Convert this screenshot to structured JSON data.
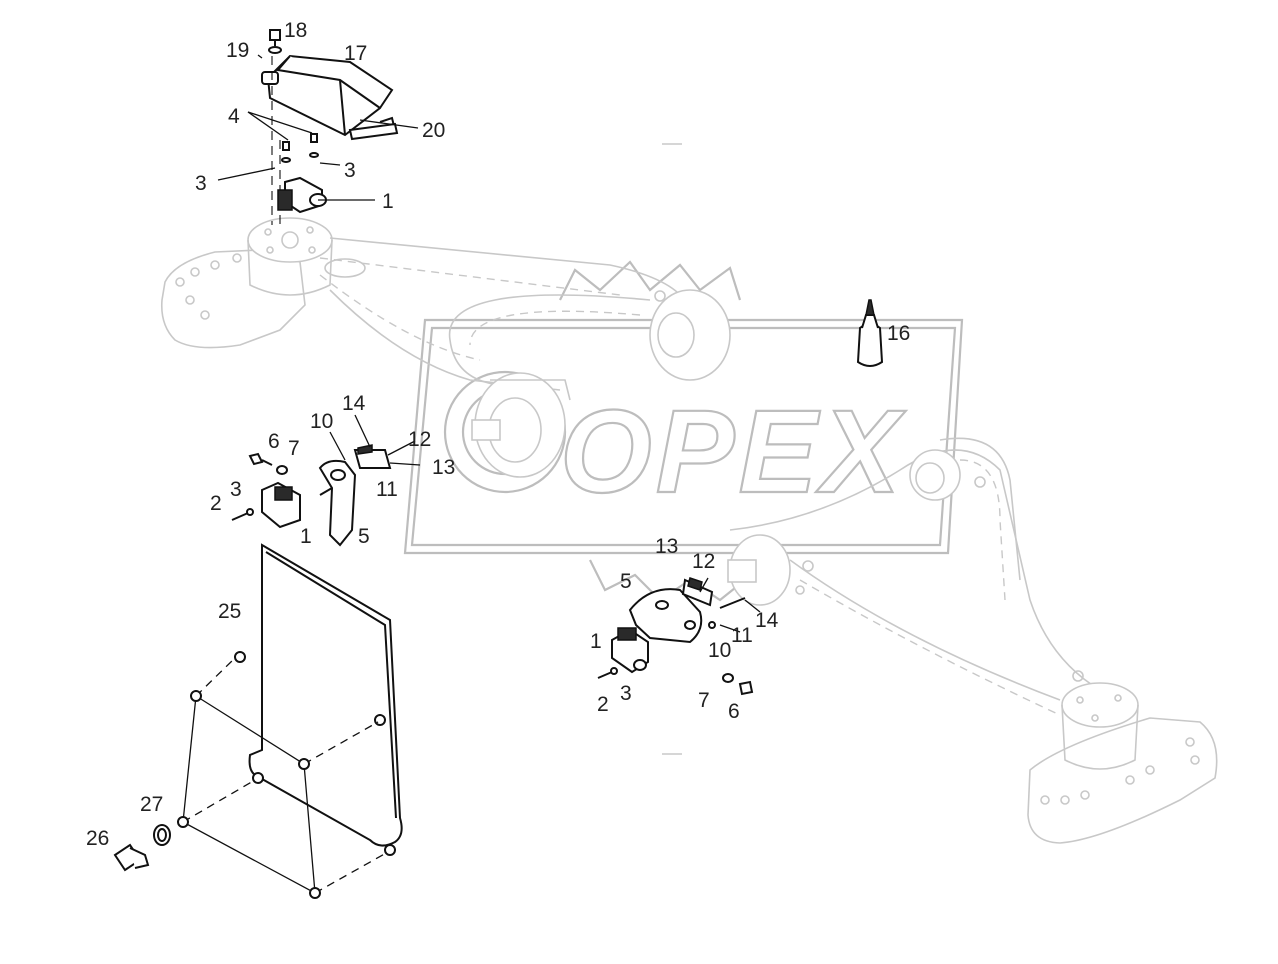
{
  "watermark": {
    "text": "OPEX"
  },
  "callouts": [
    {
      "id": "c18",
      "text": "18"
    },
    {
      "id": "c19",
      "text": "19"
    },
    {
      "id": "c17",
      "text": "17"
    },
    {
      "id": "c4",
      "text": "4"
    },
    {
      "id": "c20",
      "text": "20"
    },
    {
      "id": "c3a",
      "text": "3"
    },
    {
      "id": "c3b",
      "text": "3"
    },
    {
      "id": "c1a",
      "text": "1"
    },
    {
      "id": "c16",
      "text": "16"
    },
    {
      "id": "c14a",
      "text": "14"
    },
    {
      "id": "c10a",
      "text": "10"
    },
    {
      "id": "c12a",
      "text": "12"
    },
    {
      "id": "c6a",
      "text": "6"
    },
    {
      "id": "c7a",
      "text": "7"
    },
    {
      "id": "c13a",
      "text": "13"
    },
    {
      "id": "c3c",
      "text": "3"
    },
    {
      "id": "c11a",
      "text": "11"
    },
    {
      "id": "c2a",
      "text": "2"
    },
    {
      "id": "c1b",
      "text": "1"
    },
    {
      "id": "c5a",
      "text": "5"
    },
    {
      "id": "c13b",
      "text": "13"
    },
    {
      "id": "c12b",
      "text": "12"
    },
    {
      "id": "c5b",
      "text": "5"
    },
    {
      "id": "c25",
      "text": "25"
    },
    {
      "id": "c14b",
      "text": "14"
    },
    {
      "id": "c1c",
      "text": "1"
    },
    {
      "id": "c11b",
      "text": "11"
    },
    {
      "id": "c10b",
      "text": "10"
    },
    {
      "id": "c2b",
      "text": "2"
    },
    {
      "id": "c3d",
      "text": "3"
    },
    {
      "id": "c7b",
      "text": "7"
    },
    {
      "id": "c6b",
      "text": "6"
    },
    {
      "id": "c27",
      "text": "27"
    },
    {
      "id": "c26",
      "text": "26"
    }
  ]
}
